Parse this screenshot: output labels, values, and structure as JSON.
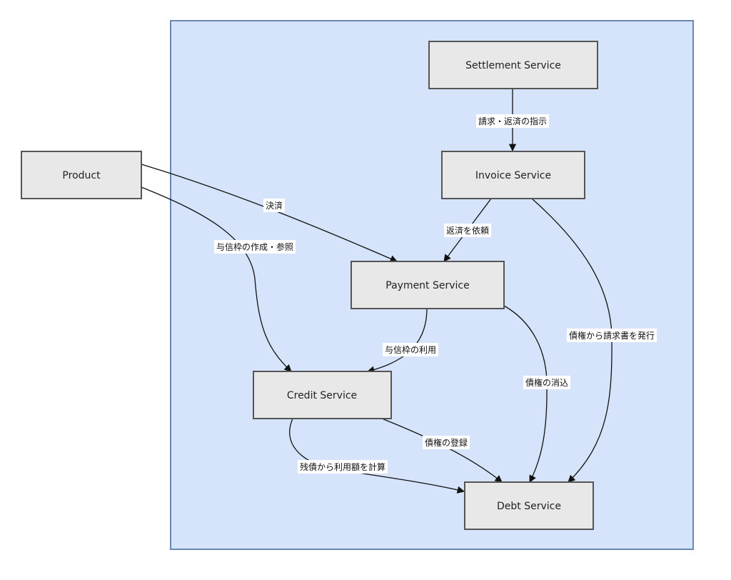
{
  "nodes": {
    "product": "Product",
    "settlement": "Settlement Service",
    "invoice": "Invoice Service",
    "payment": "Payment Service",
    "credit": "Credit Service",
    "debt": "Debt Service"
  },
  "edges": {
    "settlement_invoice": "請求・返済の指示",
    "product_payment": "決済",
    "product_credit": "与信枠の作成・参照",
    "invoice_payment": "返済を依頼",
    "invoice_debt": "債権から請求書を発行",
    "payment_credit": "与信枠の利用",
    "payment_debt": "債権の消込",
    "credit_debt_register": "債権の登録",
    "credit_debt_calc": "残債から利用額を計算"
  },
  "colors": {
    "boundary_fill": "#d6e4fb",
    "boundary_stroke": "#6b86b4",
    "node_fill": "#e8e8e8",
    "node_stroke": "#555555"
  }
}
